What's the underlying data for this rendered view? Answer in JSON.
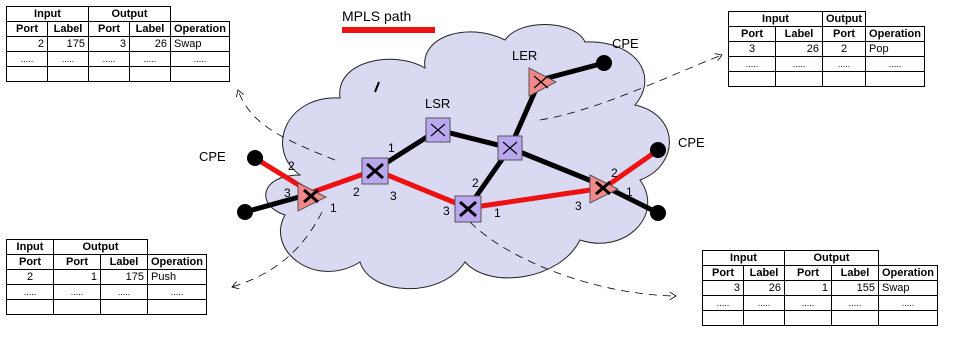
{
  "title": "MPLS path",
  "node_labels": {
    "ler": "LER",
    "lsr": "LSR",
    "cpe_left": "CPE",
    "cpe_top_right": "CPE",
    "cpe_right": "CPE"
  },
  "port_labels": {
    "left_ler_2": "2",
    "left_ler_3": "3",
    "left_ler_1": "1",
    "lsr_a_1": "1",
    "lsr_a_2": "2",
    "lsr_a_3": "3",
    "lsr_b_2": "2",
    "lsr_b_3": "3",
    "lsr_b_1": "1",
    "right_ler_2": "2",
    "right_ler_1": "1",
    "right_ler_3": "3"
  },
  "colors": {
    "path": "#ee1111",
    "cloud": "#d9d9f2",
    "lsr": "#b9a7ef",
    "ler": "#f2888a",
    "link": "#000000"
  },
  "tables": {
    "top_left": {
      "group_headers": [
        "Input",
        "Output"
      ],
      "columns": [
        "Port",
        "Label",
        "Port",
        "Label",
        "Operation"
      ],
      "row": [
        "2",
        "175",
        "3",
        "26",
        "Swap"
      ],
      "dots": [
        ".....",
        ".....",
        ".....",
        ".....",
        "....."
      ]
    },
    "top_right": {
      "group_headers": [
        "Input",
        "Output"
      ],
      "columns": [
        "Port",
        "Label",
        "Port",
        "Operation"
      ],
      "row": [
        "3",
        "26",
        "2",
        "Pop"
      ],
      "dots": [
        ".....",
        ".....",
        ".....",
        "....."
      ]
    },
    "bottom_left": {
      "group_headers": [
        "Input",
        "Output"
      ],
      "columns": [
        "Port",
        "Port",
        "Label",
        "Operation"
      ],
      "row": [
        "2",
        "1",
        "175",
        "Push"
      ],
      "dots": [
        ".....",
        ".....",
        ".....",
        "....."
      ]
    },
    "bottom_right": {
      "group_headers": [
        "Input",
        "Output"
      ],
      "columns": [
        "Port",
        "Label",
        "Port",
        "Label",
        "Operation"
      ],
      "row": [
        "3",
        "26",
        "1",
        "155",
        "Swap"
      ],
      "dots": [
        ".....",
        ".....",
        ".....",
        ".....",
        "....."
      ]
    }
  }
}
